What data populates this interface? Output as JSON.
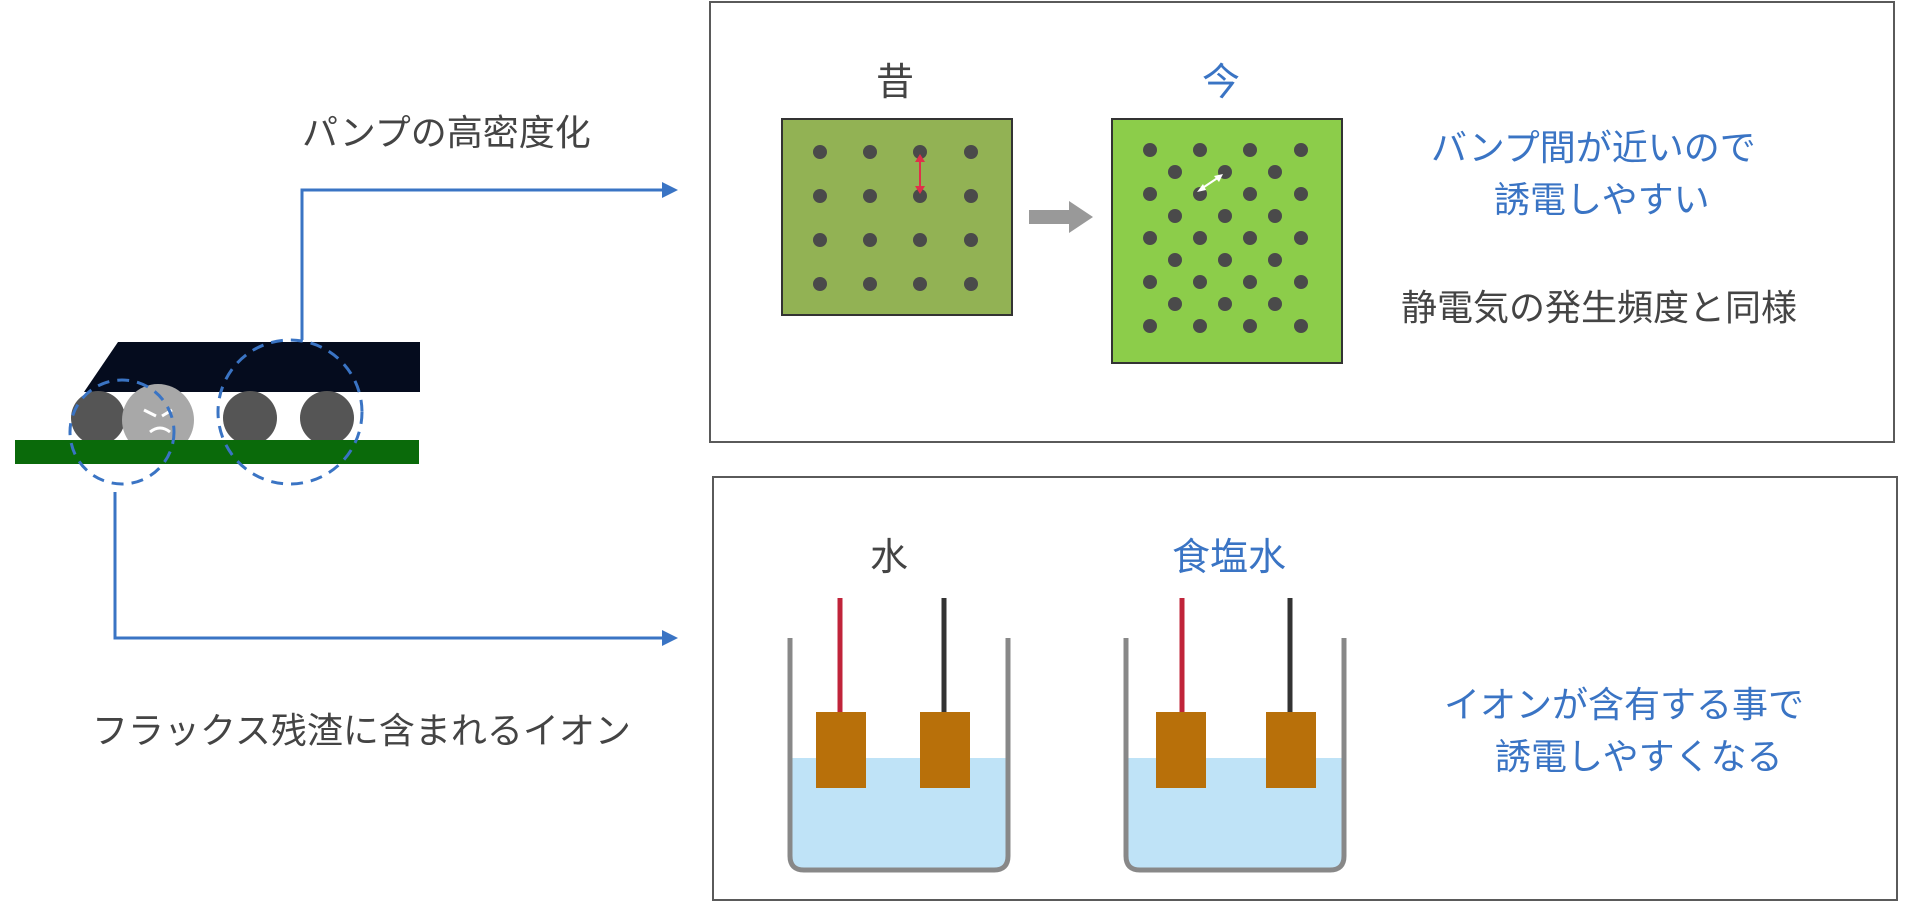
{
  "labels": {
    "bump_density": "パンプの高密度化",
    "flux_ions": "フラックス残渣に含まれるイオン"
  },
  "top_panel": {
    "before_label": "昔",
    "after_label": "今",
    "note_blue_line1": "バンプ間が近いので",
    "note_blue_line2": "誘電しやすい",
    "note_dark": "静電気の発生頻度と同様"
  },
  "bottom_panel": {
    "water_label": "水",
    "saltwater_label": "食塩水",
    "note_blue_line1": "イオンが含有する事で",
    "note_blue_line2": "誘電しやすくなる"
  },
  "colors": {
    "accent_blue": "#3a74c4",
    "text_dark": "#444444",
    "board_green": "#0a6a0a",
    "chip_navy": "#050c1e",
    "grid_old": "#92b254",
    "grid_new": "#8ccd4a",
    "dot": "#4a4a4a",
    "water": "#bfe3f7",
    "electrode": "#b8700a",
    "wire_red": "#c0243a",
    "wire_black": "#333333"
  }
}
